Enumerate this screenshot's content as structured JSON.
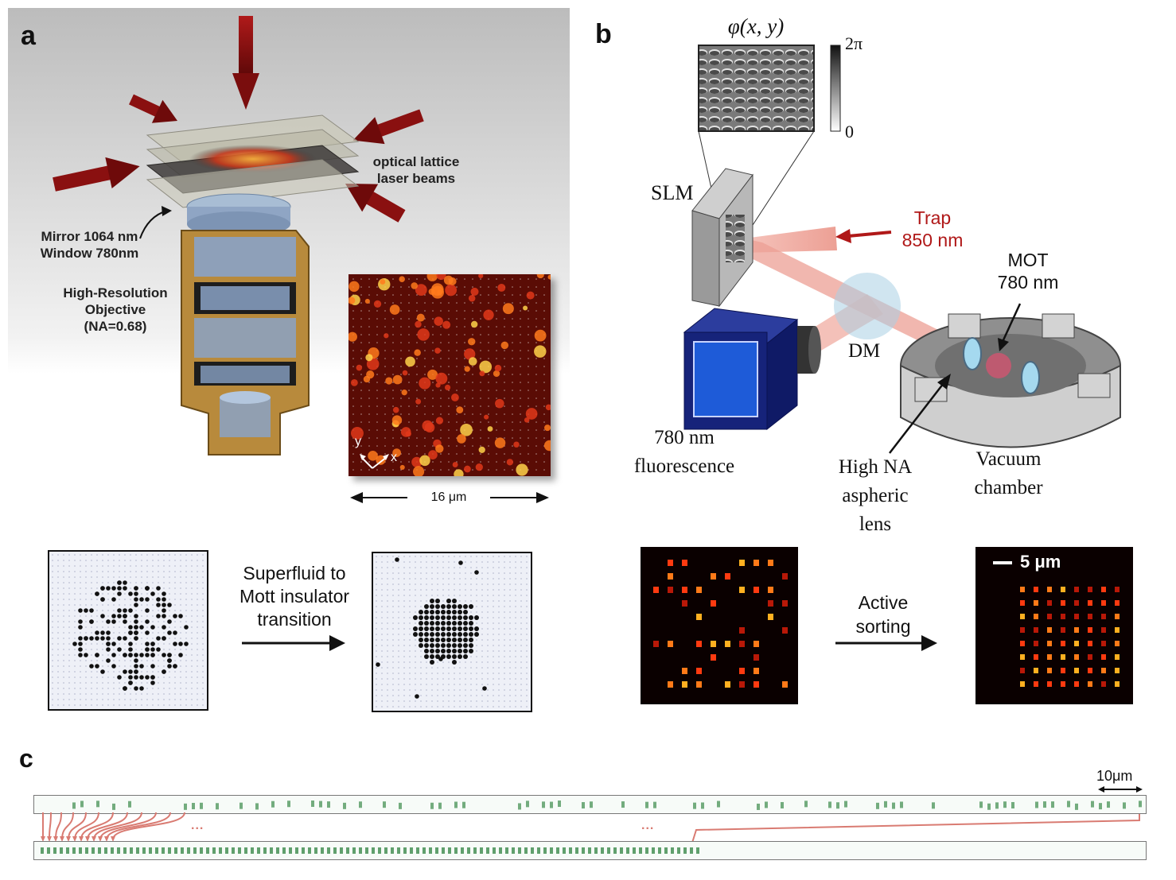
{
  "panels": {
    "a": {
      "letter": "a",
      "labels": {
        "optical_lattice_line1": "optical lattice",
        "optical_lattice_line2": "laser beams",
        "mirror_line1": "Mirror 1064 nm",
        "mirror_line2": "Window 780nm",
        "objective_line1": "High-Resolution",
        "objective_line2": "Objective",
        "objective_line3": "(NA=0.68)",
        "scale": "16 μm",
        "axis_x": "x",
        "axis_y": "y"
      },
      "bottom": {
        "caption_line1": "Superfluid to",
        "caption_line2": "Mott insulator",
        "caption_line3": "transition"
      }
    },
    "b": {
      "letter": "b",
      "labels": {
        "phase": "φ(x, y)",
        "scale_top": "2π",
        "scale_bottom": "0",
        "slm": "SLM",
        "trap_line1": "Trap",
        "trap_line2": "850 nm",
        "mot_line1": "MOT",
        "mot_line2": "780 nm",
        "dm": "DM",
        "fluor_line1": "780 nm",
        "fluor_line2": "fluorescence",
        "lens_line1": "High NA",
        "lens_line2": "aspheric",
        "lens_line3": "lens",
        "chamber_line1": "Vacuum",
        "chamber_line2": "chamber"
      },
      "bottom": {
        "caption_line1": "Active",
        "caption_line2": "sorting",
        "scale": "5 μm"
      }
    },
    "c": {
      "letter": "c",
      "scale": "10μm",
      "ellipsis": "..."
    }
  },
  "colors": {
    "trap_red": "#b01818",
    "arrow_red": "#8a1010",
    "objective_gold": "#b88a3c",
    "camera_blue": "#16237a",
    "arrow_salmon": "#d97b72"
  }
}
